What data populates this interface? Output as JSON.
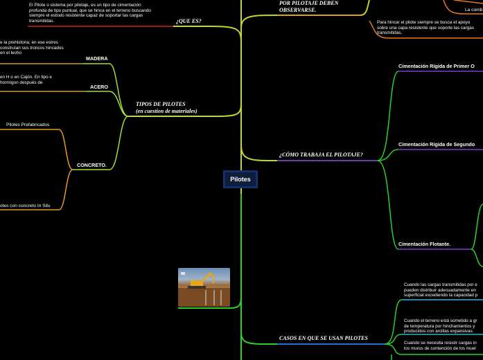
{
  "center": {
    "label": "Pilotes"
  },
  "top_branch": {
    "label": "POR PILOTAJE DEBEN OBSERVARSE.",
    "text1": "Para hincar el pilote siempre se busca el apoyo sobre una capa resistente que soporte las cargas transmitidas.",
    "text2": "La comb"
  },
  "que_es": {
    "label": "¿QUE ES?",
    "text": "El Pilote o sistema por pilotaje, es un tipo de cimentación profunda de tipo puntual, que se hinca en el terreno buscando siempre el estrato resistente capaz de soportar las cargas transmitidas."
  },
  "tipos": {
    "label_line1": "TIPOS DE PILOTES",
    "label_line2": "(en cuestion de materiales)",
    "madera": {
      "label": "MADERA",
      "text": "e la prehistoria; en ese estres construían sus troncos hincados en el lecho"
    },
    "acero": {
      "label": "ACERO",
      "text": "en H o en Cajón. En tipo e hormigon después de"
    },
    "concreto": {
      "label": "CONCRETO.",
      "item1": "Pilotes Prefabricados",
      "item2": "otes con concreto In Situ"
    }
  },
  "como_trabaja": {
    "label": "¿CÓMO TRABAJA EL PILOTAJE?",
    "item1": "Cimentación Rígida de Primer O",
    "item2": "Cimentación Rígida de Segundo",
    "item3": "Cimentación Flotante."
  },
  "casos": {
    "label": "CASOS EN QUE SE USAN PILOTES",
    "text1": "Cuando las cargas transmitidas por e pueden distribuir adecuadamente en superficial excediendo la capacidad p",
    "text2": "Cuando el terreno está sometido a gr de temperatura por hinchamientos y producidos con arcillas expansivas.",
    "text3": "Cuando se necesita resistir cargas in los muros de contención de los muel"
  },
  "icons": {
    "photo": "excavator-photo"
  }
}
